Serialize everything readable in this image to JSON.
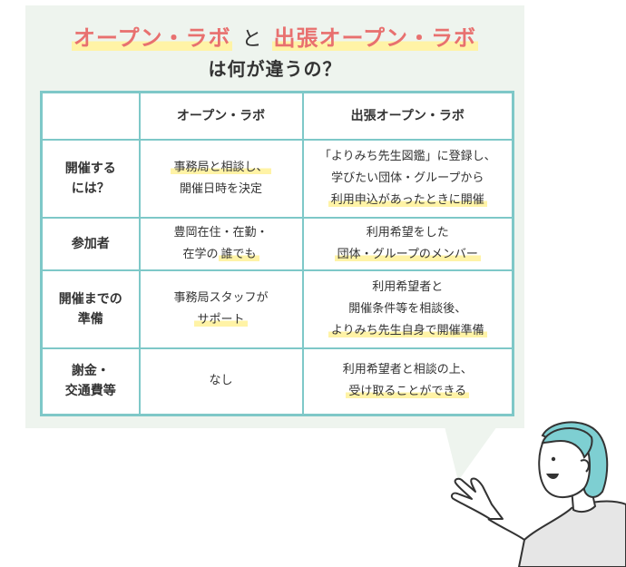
{
  "title": {
    "part1": "オープン・ラボ",
    "connector": "と",
    "part2": "出張オープン・ラボ",
    "line2": "は何が違うの？"
  },
  "table": {
    "headers": [
      "",
      "オープン・ラボ",
      "出張オープン・ラボ"
    ],
    "rows": [
      {
        "label": [
          "開催する",
          "には？"
        ],
        "open": [
          "事務局と相談し、",
          "開催日時を決定"
        ],
        "outreach": [
          "「よりみち先生図鑑」に登録し、",
          "学びたい団体・グループから",
          "利用申込があったときに開催"
        ]
      },
      {
        "label": [
          "参加者"
        ],
        "open_pre": "豊岡在住・在勤・",
        "open_line2_pre": "在学の",
        "open_line2_hl": "誰でも",
        "outreach": [
          "利用希望をした",
          "団体・グループのメンバー"
        ]
      },
      {
        "label": [
          "開催までの",
          "準備"
        ],
        "open": [
          "事務局スタッフが",
          "サポート"
        ],
        "outreach": [
          "利用希望者と",
          "開催条件等を相談後、",
          "よりみち先生自身で開催準備"
        ]
      },
      {
        "label": [
          "謝金・",
          "交通費等"
        ],
        "open": [
          "なし"
        ],
        "outreach": [
          "利用希望者と相談の上、",
          "受け取ることができる"
        ]
      }
    ]
  }
}
